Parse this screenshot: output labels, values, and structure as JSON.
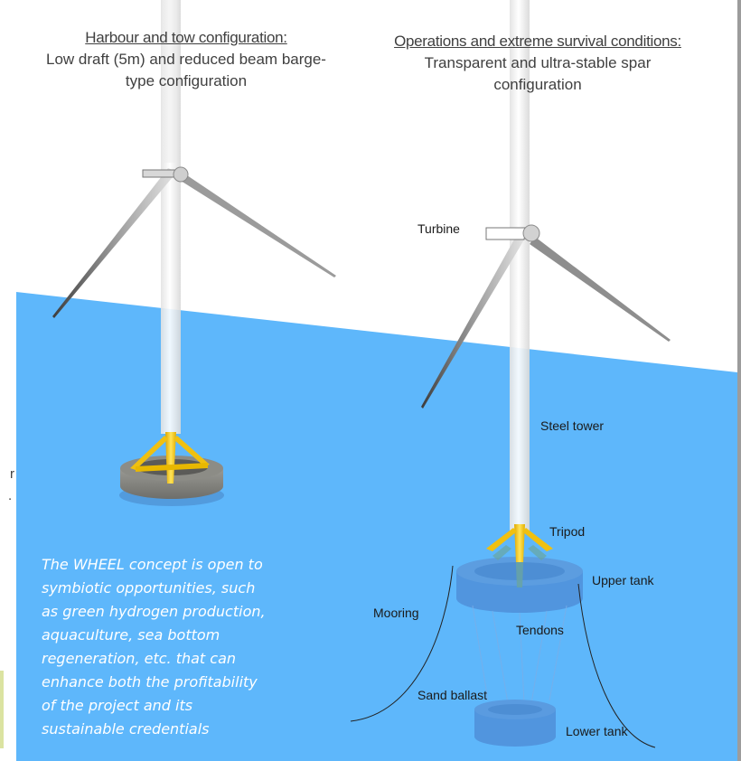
{
  "headings": {
    "left": {
      "title": "Harbour and tow configuration:",
      "line1": "Low draft (5m) and reduced beam barge-",
      "line2": "type configuration"
    },
    "right": {
      "title": "Operations and extreme survival conditions:",
      "line1": "Transparent and ultra-stable spar",
      "line2": "configuration"
    }
  },
  "labels": {
    "turbine": "Turbine",
    "steel_tower": "Steel tower",
    "tripod": "Tripod",
    "upper_tank": "Upper tank",
    "mooring": "Mooring",
    "tendons": "Tendons",
    "sand_ballast": "Sand ballast",
    "lower_tank": "Lower tank"
  },
  "concept_text": {
    "lines": [
      "The WHEEL concept is open to",
      "symbiotic opportunities, such",
      "as green hydrogen production,",
      "aquaculture, sea bottom",
      "regeneration, etc. that can",
      "enhance both the profitability",
      "of the project and its",
      "sustainable credentials"
    ]
  },
  "edge_fragments": {
    "r": "r",
    "dot": "."
  },
  "colors": {
    "sea": "#5eb7fb",
    "tripod": "#f5c518",
    "tower": "#f4f4f4",
    "tank_submerged": "#4f8fd8",
    "text_dark": "#404040"
  }
}
